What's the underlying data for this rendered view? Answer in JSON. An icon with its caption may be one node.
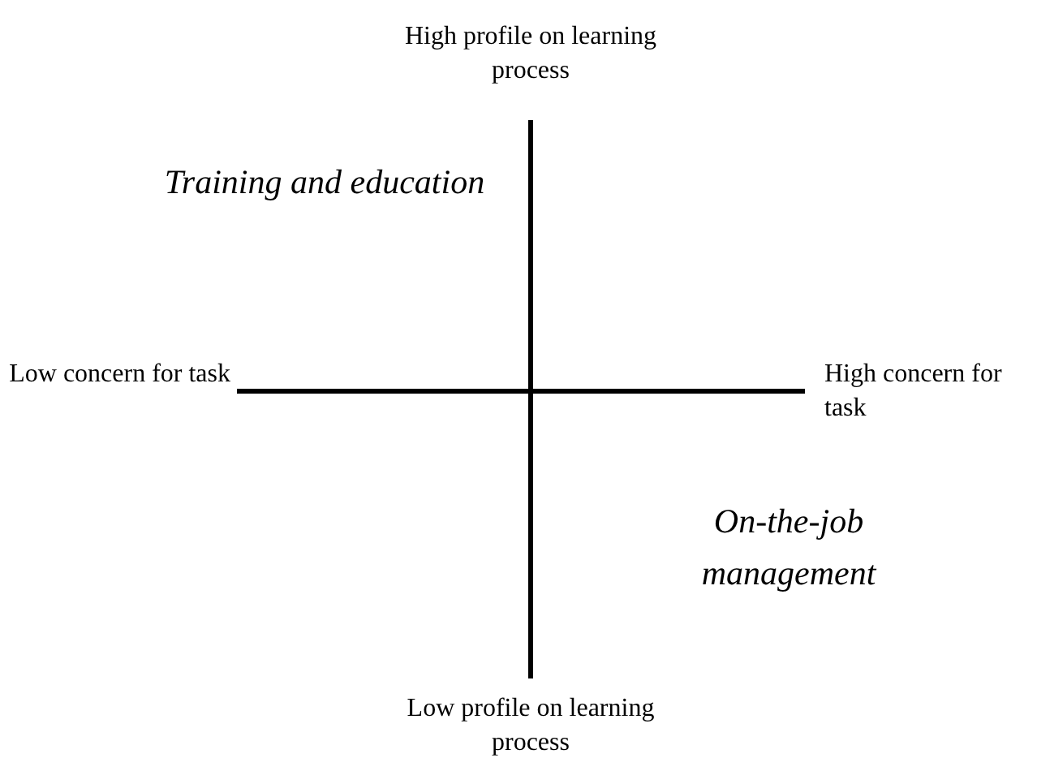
{
  "diagram": {
    "labels": [
      "High profile on learning process",
      "Training and education",
      "Low concern for task",
      "High concern for task",
      "On-the-job management",
      "Low profile on learning process"
    ]
  }
}
